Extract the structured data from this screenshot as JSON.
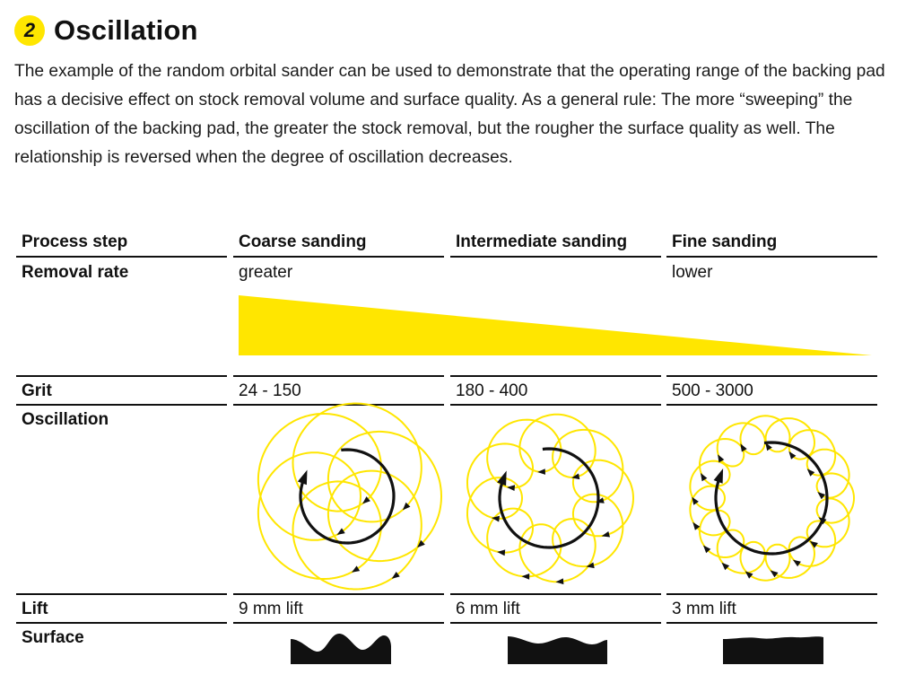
{
  "header": {
    "number": "2",
    "title": "Oscillation"
  },
  "intro": "The example of the random orbital sander can be used to demonstrate that the operating range of the backing pad has a decisive effect on stock removal volume and surface quality. As a general rule: The more “sweeping” the oscillation of the backing pad, the greater the stock removal, but the rougher the surface quality as well. The relationship is reversed when the degree of oscillation decreases.",
  "table": {
    "process_step_label": "Process step",
    "columns": [
      "Coarse sanding",
      "Intermediate sanding",
      "Fine sanding"
    ],
    "removal_rate": {
      "label": "Removal rate",
      "high": "greater",
      "low": "lower"
    },
    "grit": {
      "label": "Grit",
      "values": [
        "24 - 150",
        "180 - 400",
        "500 - 3000"
      ]
    },
    "oscillation": {
      "label": "Oscillation",
      "loops": [
        6,
        10,
        16
      ]
    },
    "lift": {
      "label": "Lift",
      "values": [
        "9 mm lift",
        "6 mm lift",
        "3 mm lift"
      ]
    },
    "surface": {
      "label": "Surface",
      "profiles": [
        "rough",
        "medium",
        "fine"
      ]
    }
  },
  "colors": {
    "accent": "#ffe600",
    "text": "#111111"
  }
}
